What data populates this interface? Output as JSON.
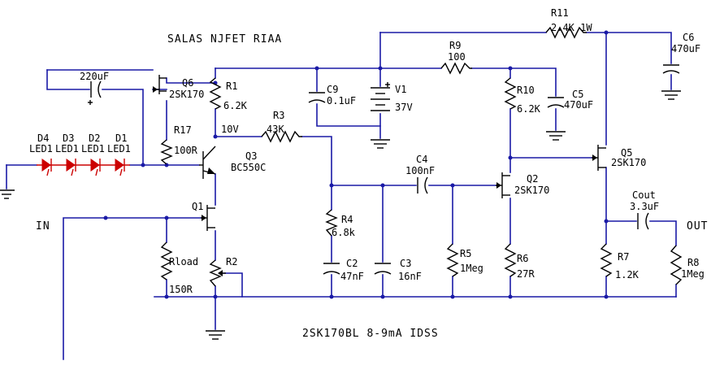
{
  "title": "SALAS NJFET RIAA",
  "footer": "2SK170BL 8-9mA IDSS",
  "io": {
    "in": "IN",
    "out": "OUT"
  },
  "components": {
    "r11": {
      "name": "R11",
      "value": "2.4K 1W"
    },
    "c6": {
      "name": "C6",
      "value": "470uF"
    },
    "r9": {
      "name": "R9",
      "value": "100"
    },
    "c_in": {
      "value": "220uF"
    },
    "q6": {
      "name": "Q6",
      "value": "2SK170"
    },
    "r1": {
      "name": "R1",
      "value": "6.2K"
    },
    "c9": {
      "name": "C9",
      "value": "0.1uF"
    },
    "v1": {
      "name": "V1",
      "value": "37V"
    },
    "r10": {
      "name": "R10",
      "value": "6.2K"
    },
    "c5": {
      "name": "C5",
      "value": "470uF"
    },
    "r3": {
      "name": "R3",
      "value": "43K"
    },
    "node10v": {
      "value": "10V"
    },
    "r17": {
      "name": "R17",
      "value": "100R"
    },
    "leds": [
      {
        "name": "D4",
        "value": "LED1"
      },
      {
        "name": "D3",
        "value": "LED1"
      },
      {
        "name": "D2",
        "value": "LED1"
      },
      {
        "name": "D1",
        "value": "LED1"
      }
    ],
    "q3": {
      "name": "Q3",
      "value": "BC550C"
    },
    "q5": {
      "name": "Q5",
      "value": "2SK170"
    },
    "c4": {
      "name": "C4",
      "value": "100nF"
    },
    "q2": {
      "name": "Q2",
      "value": "2SK170"
    },
    "q1": {
      "name": "Q1"
    },
    "cout": {
      "name": "Cout",
      "value": "3.3uF"
    },
    "r4": {
      "name": "R4",
      "value": "6.8k"
    },
    "r5": {
      "name": "R5",
      "value": "1Meg"
    },
    "r6": {
      "name": "R6",
      "value": "27R"
    },
    "r7": {
      "name": "R7",
      "value": "1.2K"
    },
    "r8": {
      "name": "R8",
      "value": "1Meg"
    },
    "rload": {
      "name": "Rload",
      "value": "150R"
    },
    "r2": {
      "name": "R2"
    },
    "c2": {
      "name": "C2",
      "value": "47nF"
    },
    "c3": {
      "name": "C3",
      "value": "16nF"
    }
  },
  "colors": {
    "wire": "#1a1aa6",
    "led": "#cc0000",
    "part": "#000000"
  }
}
